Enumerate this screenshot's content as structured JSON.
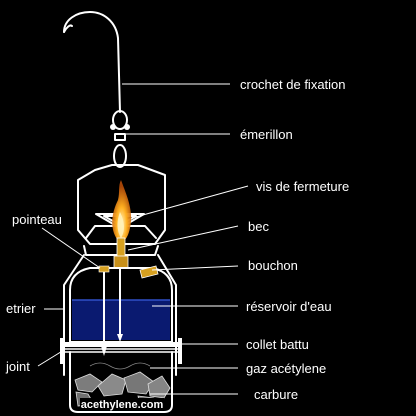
{
  "labels": {
    "crochet": "crochet de fixation",
    "emerillon": "émerillon",
    "vis": "vis de fermeture",
    "pointeau": "pointeau",
    "bec": "bec",
    "bouchon": "bouchon",
    "etrier": "etrier",
    "reservoir": "réservoir d'eau",
    "collet": "collet battu",
    "joint": "joint",
    "gaz": "gaz acétylene",
    "carbure": "carbure"
  },
  "watermark": "acethylene.com",
  "colors": {
    "background": "#000000",
    "line": "#ffffff",
    "water": "#0a1a70",
    "water_surface": "#3050c8",
    "brass": "#d6a020",
    "flame_outer": "#e07a10",
    "flame_inner": "#ffe9a0",
    "carbide": "#bdbdbd"
  }
}
